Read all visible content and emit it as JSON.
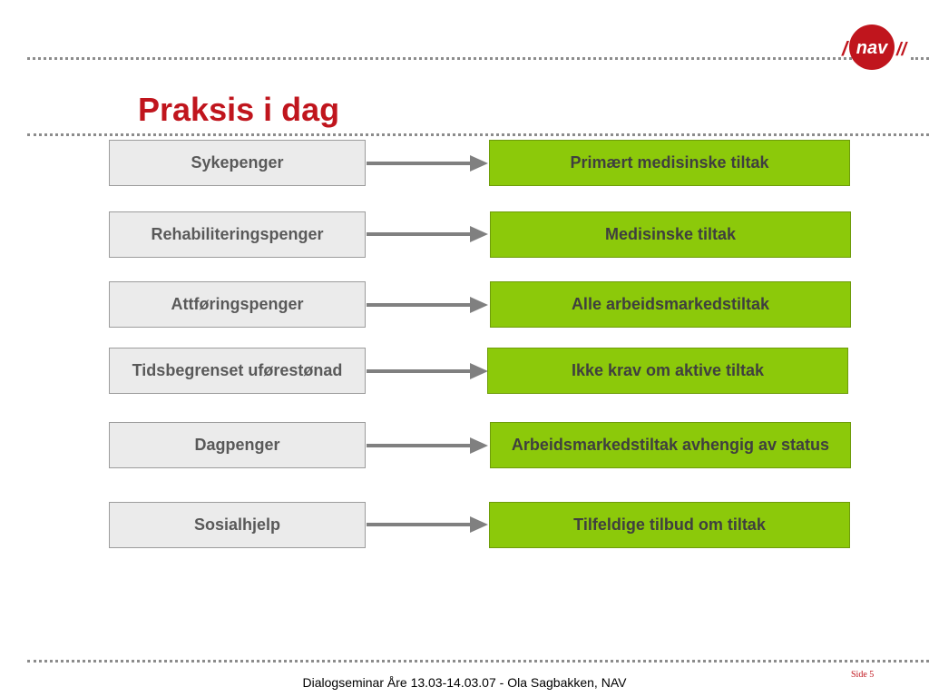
{
  "header": {
    "title": "Praksis i dag",
    "logo_text": "nav"
  },
  "rows": [
    {
      "left": "Sykepenger",
      "right": "Primært medisinske tiltak"
    },
    {
      "left": "Rehabiliteringspenger",
      "right": "Medisinske tiltak"
    },
    {
      "left": "Attføringspenger",
      "right": "Alle arbeidsmarkedstiltak"
    },
    {
      "left": "Tidsbegrenset uførestønad",
      "right": "Ikke krav om aktive tiltak"
    },
    {
      "left": "Dagpenger",
      "right": "Arbeidsmarkedstiltak avhengig av status"
    },
    {
      "left": "Sosialhjelp",
      "right": "Tilfeldige tilbud om tiltak"
    }
  ],
  "footer": {
    "caption": "Dialogseminar Åre 13.03-14.03.07 - Ola Sagbakken, NAV",
    "page": "Side 5"
  },
  "colors": {
    "title": "#c0151d",
    "left_box_fill": "#ebebeb",
    "right_box_fill": "#8cc90a",
    "arrow": "#808080"
  }
}
